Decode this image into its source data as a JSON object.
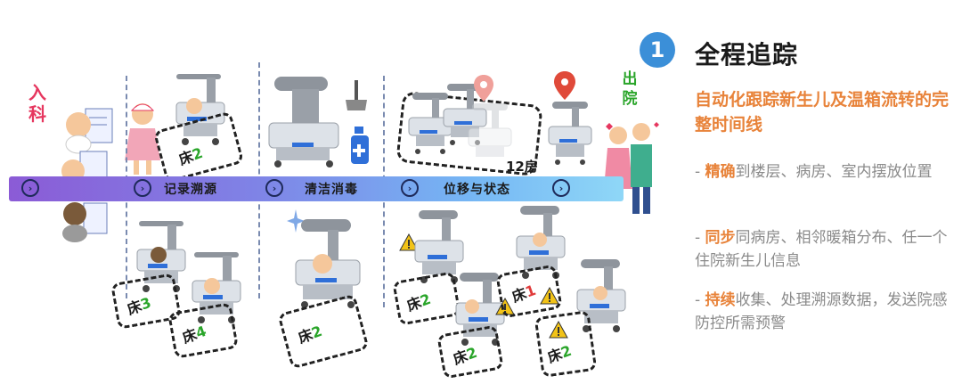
{
  "step": {
    "number": "1",
    "title": "全程追踪"
  },
  "subtitle": "自动化跟踪新生儿及温箱流转的完整时间线",
  "features": [
    {
      "dash": "- ",
      "key": "精确",
      "rest": "到楼层、病房、室内摆放位置"
    },
    {
      "dash": "- ",
      "key": "同步",
      "rest": "同病房、相邻暖箱分布、任一个住院新生儿信息"
    },
    {
      "dash": "- ",
      "key": "持续",
      "rest": "收集、处理溯源数据，发送院感防控所需预警"
    }
  ],
  "timeline": {
    "stages": [
      "记录溯源",
      "清洁消毒",
      "位移与状态"
    ]
  },
  "admit": [
    "入",
    "科"
  ],
  "discharge": [
    "出",
    "院"
  ],
  "room_label": "12房",
  "beds": [
    {
      "prefix": "床",
      "num": "2"
    },
    {
      "prefix": "床",
      "num": "3"
    },
    {
      "prefix": "床",
      "num": "4"
    },
    {
      "prefix": "床",
      "num": "2"
    },
    {
      "prefix": "床",
      "num": "2"
    },
    {
      "prefix": "床",
      "num": "2"
    },
    {
      "prefix": "床",
      "num": "1"
    },
    {
      "prefix": "床",
      "num": "2"
    }
  ],
  "colors": {
    "accent_orange": "#e8833a",
    "step_blue": "#3b8fd8",
    "admit_red": "#e6375f",
    "discharge_green": "#2aa52a",
    "warning_yellow": "#f2c318"
  },
  "icons": [
    "broom-icon",
    "spray-bottle-icon",
    "location-pin-icon",
    "warning-icon",
    "sparkle-icon"
  ]
}
